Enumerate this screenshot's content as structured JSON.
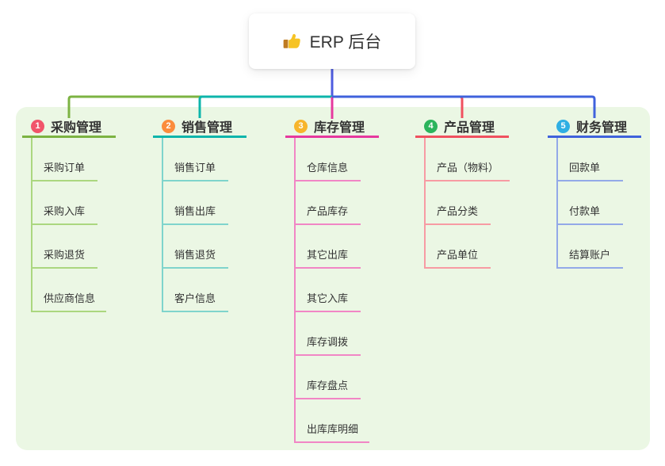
{
  "root": {
    "label": "ERP 后台",
    "icon": "thumbs-up-icon"
  },
  "panel": {
    "background": "#ebf7e4"
  },
  "connector": {
    "root_color": "#4e5ce0"
  },
  "branches": [
    {
      "index": "1",
      "label": "采购管理",
      "color": "#7cb342",
      "light_color": "#abd77f",
      "badge_color": "#f1546a",
      "children": [
        "采购订单",
        "采购入库",
        "采购退货",
        "供应商信息"
      ]
    },
    {
      "index": "2",
      "label": "销售管理",
      "color": "#0db5ab",
      "light_color": "#7fd4cc",
      "badge_color": "#fb8c3c",
      "children": [
        "销售订单",
        "销售出库",
        "销售退货",
        "客户信息"
      ]
    },
    {
      "index": "3",
      "label": "库存管理",
      "color": "#e6399e",
      "light_color": "#f186c5",
      "badge_color": "#f7b52c",
      "children": [
        "仓库信息",
        "产品库存",
        "其它出库",
        "其它入库",
        "库存调拨",
        "库存盘点",
        "出库库明细"
      ]
    },
    {
      "index": "4",
      "label": "产品管理",
      "color": "#f0515f",
      "light_color": "#f79ba3",
      "badge_color": "#2cb45c",
      "children": [
        "产品（物料）",
        "产品分类",
        "产品单位"
      ]
    },
    {
      "index": "5",
      "label": "财务管理",
      "color": "#3f62dc",
      "light_color": "#93a9e8",
      "badge_color": "#2fafe3",
      "children": [
        "回款单",
        "付款单",
        "结算账户"
      ]
    }
  ]
}
